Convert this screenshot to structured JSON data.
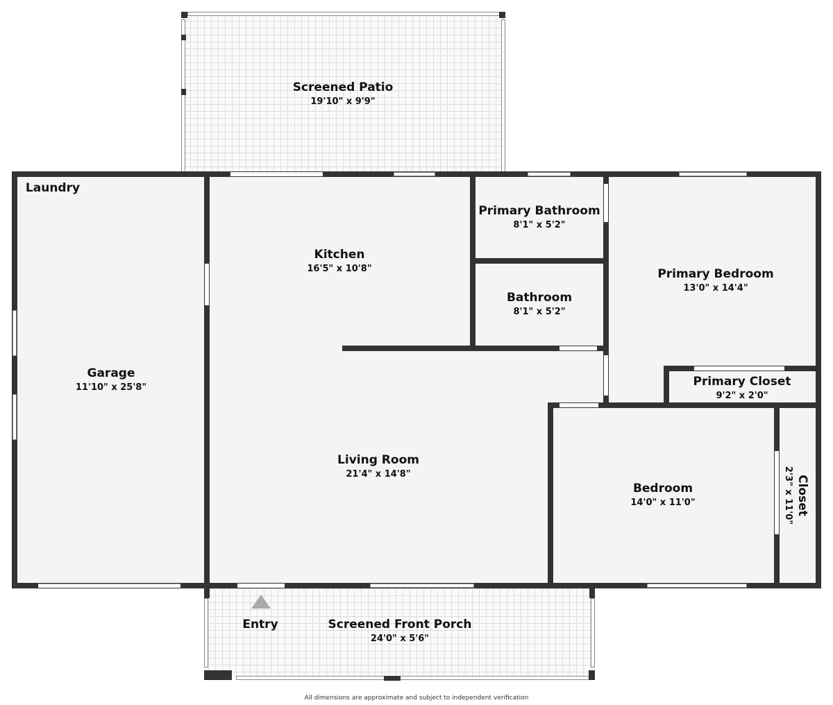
{
  "rooms": {
    "patio": {
      "name": "Screened Patio",
      "dims": "19'10\" x 9'9\""
    },
    "laundry": {
      "name": "Laundry"
    },
    "kitchen": {
      "name": "Kitchen",
      "dims": "16'5\" x 10'8\""
    },
    "primary_bathroom": {
      "name": "Primary Bathroom",
      "dims": "8'1\" x 5'2\""
    },
    "bathroom": {
      "name": "Bathroom",
      "dims": "8'1\" x 5'2\""
    },
    "primary_bedroom": {
      "name": "Primary Bedroom",
      "dims": "13'0\" x 14'4\""
    },
    "primary_closet": {
      "name": "Primary Closet",
      "dims": "9'2\" x 2'0\""
    },
    "garage": {
      "name": "Garage",
      "dims": "11'10\" x 25'8\""
    },
    "living_room": {
      "name": "Living Room",
      "dims": "21'4\" x 14'8\""
    },
    "bedroom": {
      "name": "Bedroom",
      "dims": "14'0\" x 11'0\""
    },
    "closet": {
      "name": "Closet",
      "dims": "2'3\" x 11'0\""
    },
    "porch": {
      "name": "Screened Front Porch",
      "dims": "24'0\" x 5'6\""
    },
    "entry": {
      "name": "Entry"
    }
  },
  "footer": "All dimensions are approximate and subject to independent verification",
  "colors": {
    "wall": "#333333",
    "floor": "#f4f4f4",
    "entry_marker": "#aaaaaa"
  }
}
